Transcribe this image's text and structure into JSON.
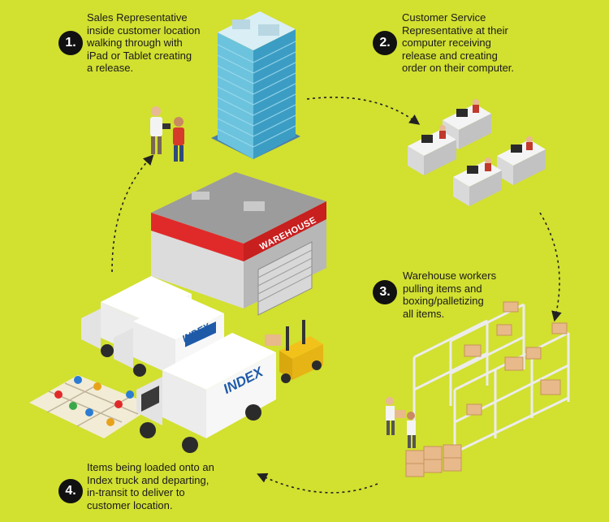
{
  "steps": [
    {
      "num": "1.",
      "text": "Sales Representative\ninside customer location\nwalking through with\niPad or Tablet creating\na release."
    },
    {
      "num": "2.",
      "text": "Customer Service\nRepresentative at their\ncomputer receiving\nrelease and creating\norder on their computer."
    },
    {
      "num": "3.",
      "text": "Warehouse workers\npulling items and\nboxing/palletizing\nall items."
    },
    {
      "num": "4.",
      "text": "Items being loaded onto an\nIndex truck and departing,\nin-transit to deliver to\ncustomer location."
    }
  ],
  "warehouse_sign": "WAREHOUSE",
  "truck_logo": "INDEX",
  "colors": {
    "background": "#d2e030",
    "warehouse_red": "#e02a2a",
    "glass_blue": "#6cc3dd",
    "truck_white": "#f4f4f4"
  },
  "icons": [
    "office-tower-icon",
    "people-with-tablet-icon",
    "computer-workstations-icon",
    "warehouse-racks-icon",
    "warehouse-building-icon",
    "delivery-truck-icon",
    "forklift-icon",
    "map-with-pins-icon"
  ]
}
